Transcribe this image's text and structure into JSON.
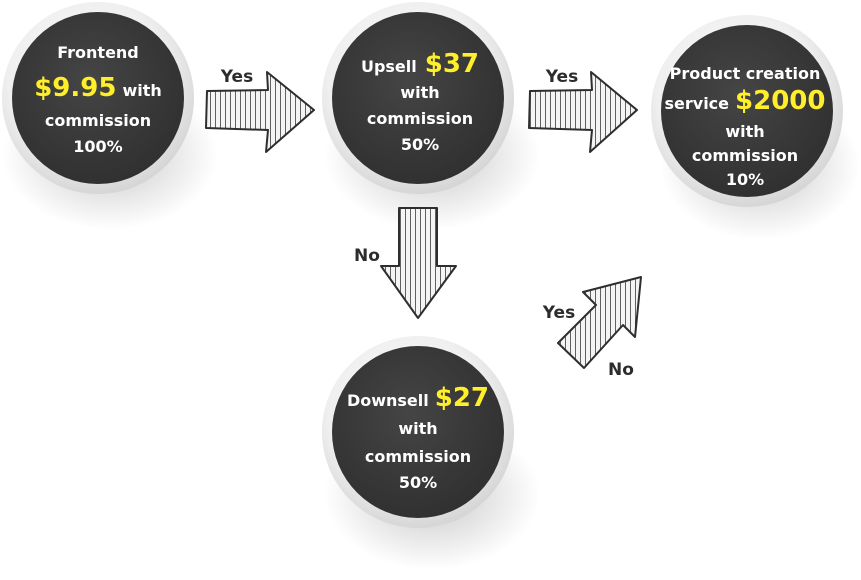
{
  "colors": {
    "circle_fill": "#3a3a3a",
    "circle_ring": "#ececec",
    "text": "#ffffff",
    "price": "#ffef2a",
    "label": "#2c2c2c"
  },
  "nodes": {
    "frontend": {
      "line1": "Frontend",
      "price": "$9.95",
      "after_price": "with",
      "line3": "commission",
      "line4": "100%"
    },
    "upsell": {
      "label": "Upsell",
      "price": "$37",
      "line2": "with",
      "line3": "commission",
      "line4": "50%"
    },
    "product": {
      "line1": "Product creation",
      "label": "service",
      "price": "$2000",
      "line3": "with",
      "line4": "commission",
      "line5": "10%"
    },
    "downsell": {
      "label": "Downsell",
      "price": "$27",
      "line2": "with",
      "line3": "commission",
      "line4": "50%"
    }
  },
  "edges": {
    "frontend_to_upsell": "Yes",
    "upsell_to_product": "Yes",
    "upsell_to_downsell": "No",
    "downsell_to_product_yes": "Yes",
    "downsell_to_product_no": "No"
  }
}
